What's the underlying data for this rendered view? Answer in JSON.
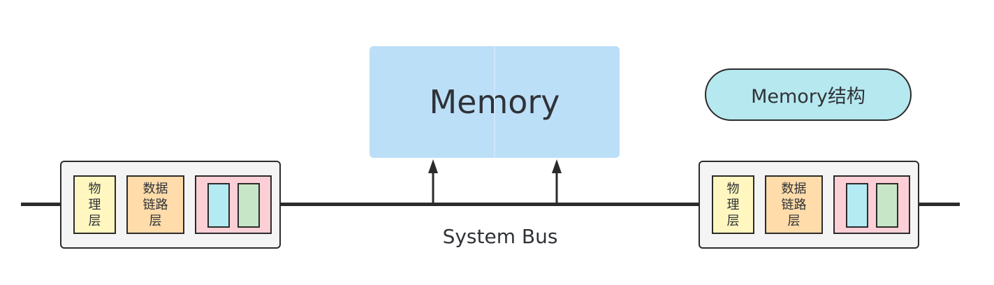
{
  "memory": {
    "label": "Memory"
  },
  "memory_structure": {
    "label": "Memory结构"
  },
  "bus": {
    "label": "System Bus"
  },
  "nic_left": {
    "physical_layer": "物\n理\n层",
    "data_link_layer": "数据\n链路\n层"
  },
  "nic_right": {
    "physical_layer": "物\n理\n层",
    "data_link_layer": "数据\n链路\n层"
  },
  "colors": {
    "memory_fill": "#bcdff8",
    "pill_fill": "#b6e8ef",
    "physical_fill": "#fff7bf",
    "datalink_fill": "#ffdcaa",
    "buffer_fill": "#fccfd6",
    "slot_cyan": "#b4eaf2",
    "slot_green": "#c7e6c7",
    "line": "#2b2b2b"
  }
}
